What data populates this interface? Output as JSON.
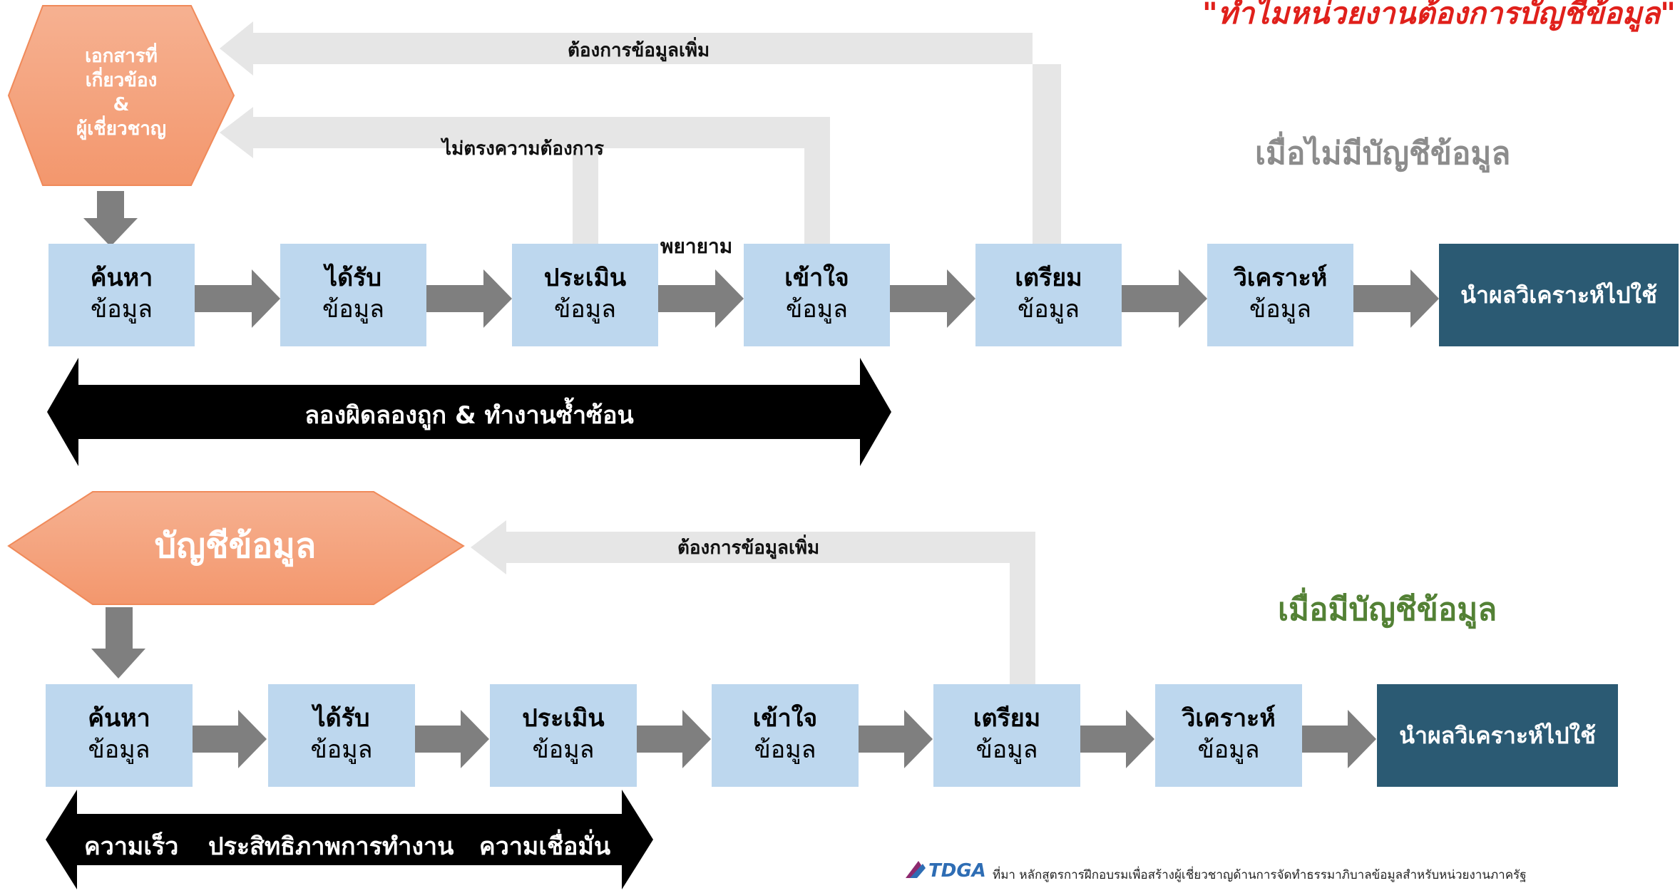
{
  "title": "\"ทำไมหน่วยงานต้องการบัญชีข้อมูล\"",
  "top": {
    "heading": "เมื่อไม่มีบัญชีข้อมูล",
    "source_hex": [
      "เอกสารที่",
      "เกี่ยวข้อง",
      "&",
      "ผู้เชี่ยวชาญ"
    ],
    "feedback_more": "ต้องการข้อมูลเพิ่ม",
    "feedback_mismatch": "ไม่ตรงความต้องการ",
    "try_label": "พยายาม",
    "steps": [
      {
        "l1": "ค้นหา",
        "l2": "ข้อมูล"
      },
      {
        "l1": "ได้รับ",
        "l2": "ข้อมูล"
      },
      {
        "l1": "ประเมิน",
        "l2": "ข้อมูล"
      },
      {
        "l1": "เข้าใจ",
        "l2": "ข้อมูล"
      },
      {
        "l1": "เตรียม",
        "l2": "ข้อมูล"
      },
      {
        "l1": "วิเคราะห์",
        "l2": "ข้อมูล"
      }
    ],
    "final": "นำผลวิเคราะห์ไปใช้",
    "bar_text": "ลองผิดลองถูก & ทำงานซ้ำซ้อน"
  },
  "bottom": {
    "heading": "เมื่อมีบัญชีข้อมูล",
    "source_hex": "บัญชีข้อมูล",
    "feedback_more": "ต้องการข้อมูลเพิ่ม",
    "steps": [
      {
        "l1": "ค้นหา",
        "l2": "ข้อมูล"
      },
      {
        "l1": "ได้รับ",
        "l2": "ข้อมูล"
      },
      {
        "l1": "ประเมิน",
        "l2": "ข้อมูล"
      },
      {
        "l1": "เข้าใจ",
        "l2": "ข้อมูล"
      },
      {
        "l1": "เตรียม",
        "l2": "ข้อมูล"
      },
      {
        "l1": "วิเคราะห์",
        "l2": "ข้อมูล"
      }
    ],
    "final": "นำผลวิเคราะห์ไปใช้",
    "bar_items": [
      "ความเร็ว",
      "ประสิทธิภาพการทำงาน",
      "ความเชื่อมั่น"
    ]
  },
  "footer": {
    "logo": "TDGA",
    "source": "ที่มา  หลักสูตรการฝึกอบรมเพื่อสร้างผู้เชี่ยวชาญด้านการจัดทำธรรมาภิบาลข้อมูลสำหรับหน่วยงานภาครัฐ"
  },
  "colors": {
    "title": "#e0201b",
    "heading_top": "#8c8c8c",
    "heading_bottom": "#538135",
    "box": "#bdd7ee",
    "final": "#2b5a73",
    "hex": "#f4a07a",
    "arrow": "#7f7f7f",
    "feedback": "#e6e6e6"
  }
}
